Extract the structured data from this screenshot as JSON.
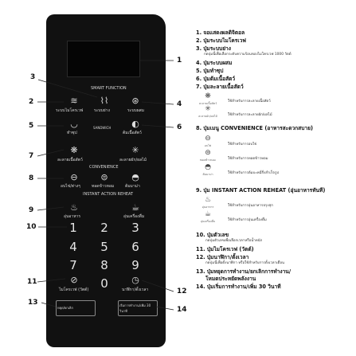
{
  "panel": {
    "smart_function": "SMART FUNCTION",
    "convenience_label": "CONVENIENCE",
    "instant_label": "INSTANT ACTION REHEAT",
    "speaker": "SANDWICH",
    "buttons": [
      {
        "label": "ระบบไมโครเวฟ",
        "icon": "≋"
      },
      {
        "label": "ระบบย่าง",
        "icon": "⌇⌇"
      },
      {
        "label": "ระบบผสม",
        "icon": "⊛"
      },
      {
        "label": "ทำซุป",
        "icon": "◡"
      },
      {
        "label": "ต้มเนื้อสัตว์",
        "icon": "◐"
      },
      {
        "label": "ละลายเนื้อสัตว์",
        "icon": "❋"
      },
      {
        "label": "ละลายผัก/ผลไม้",
        "icon": "✳"
      },
      {
        "label": "อบไข่/ต่างๆ",
        "icon": "⊖"
      },
      {
        "label": "ทอดข้าวหอม",
        "icon": "⊜"
      },
      {
        "label": "ต้มมาม่า",
        "icon": "◓"
      },
      {
        "label": "อุ่นอาหาร",
        "icon": "♨"
      },
      {
        "label": "อุ่นเครื่องดื่ม",
        "icon": "☕"
      },
      {
        "label": "ไมโครเวฟ (วัตต์)",
        "icon": "⊘"
      },
      {
        "label": "นาฬิกา/ตั้งเวลา",
        "icon": "◷"
      },
      {
        "label": "หยุด/ยกเลิก",
        "icon": ""
      },
      {
        "label": "เริ่มการทำงาน/เพิ่ม 30 วินาที",
        "icon": ""
      }
    ],
    "numbers": [
      "1",
      "2",
      "3",
      "4",
      "5",
      "6",
      "7",
      "8",
      "9",
      "0"
    ]
  },
  "callouts": [
    "1",
    "2",
    "3",
    "4",
    "5",
    "6",
    "7",
    "8",
    "9",
    "10",
    "11",
    "12",
    "13",
    "14"
  ],
  "legend": {
    "items": [
      {
        "n": "1.",
        "t": "จอแสดงผลดิจิตอล"
      },
      {
        "n": "2.",
        "t": "ปุ่มระบบไมโครเวฟ"
      },
      {
        "n": "3.",
        "t": "ปุ่มระบบย่าง"
      },
      {
        "n": "",
        "t": "กดปุ่มนี้เพื่อเลือกระดับความร้อนของไมโครเวฟ 1000 วัตต์"
      },
      {
        "n": "4.",
        "t": "ปุ่มระบบผสม"
      },
      {
        "n": "5.",
        "t": "ปุ่มทำซุป"
      },
      {
        "n": "6.",
        "t": "ปุ่มต้มเนื้อสัตว์"
      },
      {
        "n": "7.",
        "t": "ปุ่มละลายเนื้อสัตว์"
      }
    ],
    "defrost": [
      {
        "icon": "❋",
        "cap": "ละลายเนื้อสัตว์",
        "t": "ใช้สำหรับการละลายเนื้อสัตว์"
      },
      {
        "icon": "✳",
        "cap": "ละลายผัก/ผลไม้",
        "t": "ใช้สำหรับการละลายผัก/ผลไม้"
      }
    ],
    "item8": {
      "n": "8.",
      "t": "ปุ่มเมนู ",
      "b": "CONVENIENCE",
      "t2": " (อาหารสะดวกสบาย)"
    },
    "convenience": [
      {
        "icon": "⊖",
        "cap": "อบไข่",
        "t": "ใช้สำหรับการอบไข่"
      },
      {
        "icon": "⊜",
        "cap": "ทอดข้าวหอม",
        "t": "ใช้สำหรับการทอดข้าวหอม"
      },
      {
        "icon": "◓",
        "cap": "ต้มมาม่า",
        "t": "ใช้สำหรับการต้มบะหมี่กึ่งสำเร็จรูป"
      }
    ],
    "item9": {
      "n": "9.",
      "t": "ปุ่ม ",
      "b": "INSTANT ACTION REHEAT",
      "t2": " (อุ่นอาหารทันที)"
    },
    "reheat": [
      {
        "icon": "♨",
        "cap": "อุ่นอาหาร",
        "t": "ใช้สำหรับการอุ่นอาหารปรุงสุก"
      },
      {
        "icon": "☕",
        "cap": "อุ่นเครื่องดื่ม",
        "t": "ใช้สำหรับการอุ่นเครื่องดื่ม"
      }
    ],
    "items_end": [
      {
        "n": "10.",
        "t": "ปุ่มตัวเลข"
      },
      {
        "n": "",
        "t": "กดปุ่มตัวเลขเพื่อเลือกเวลาหรือน้ำหนัก"
      },
      {
        "n": "11.",
        "t": "ปุ่มไมโครเวฟ (วัตต์)"
      },
      {
        "n": "12.",
        "t": "ปุ่มนาฬิกา/ตั้งเวลา"
      },
      {
        "n": "",
        "t": "กดปุ่มนี้เพื่อตั้งนาฬิกา หรือใช้สำหรับการตั้งเวลาเตือน"
      },
      {
        "n": "13.",
        "t": "ปุ่มหยุดการทำงาน/ยกเลิกการทำงาน/"
      },
      {
        "n": "",
        "t": "โหมดประหยัดพลังงาน"
      },
      {
        "n": "14.",
        "t": "ปุ่มเริ่มการทำงาน/เพิ่ม 30 วินาที"
      }
    ]
  }
}
